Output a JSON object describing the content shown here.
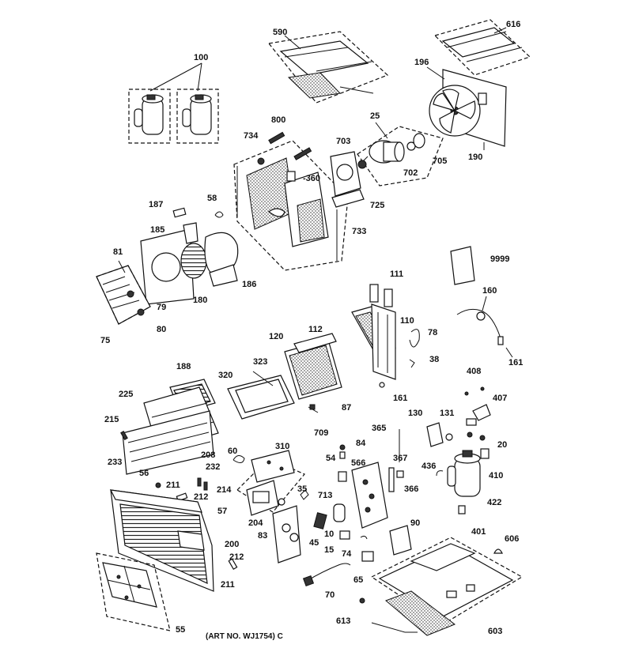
{
  "diagram": {
    "caption": "(ART NO. WJ1754) C",
    "labels": {
      "l100": "100",
      "l590": "590",
      "l616": "616",
      "l196": "196",
      "l25": "25",
      "l800": "800",
      "l734": "734",
      "l360": "-360",
      "l703": "703",
      "l702": "702",
      "l705": "705",
      "l190": "190",
      "l725": "725",
      "l733": "733",
      "l58": "58",
      "l187": "187",
      "l185": "185",
      "l186": "186",
      "l180": "180",
      "l81": "81",
      "l79": "79",
      "l80": "80",
      "l75": "75",
      "l9999": "9999",
      "l160": "160",
      "l161a": "161",
      "l111": "111",
      "l110": "110",
      "l78": "78",
      "l38": "38",
      "l161b": "161",
      "l120": "120",
      "l112": "112",
      "l323": "323",
      "l320": "320",
      "l188": "188",
      "l225": "225",
      "l87": "87",
      "l709": "709",
      "l408": "408",
      "l407": "407",
      "l215": "215",
      "l233": "233",
      "l208": "208",
      "l130": "130",
      "l131": "131",
      "l20": "20",
      "l365": "365",
      "l84": "84",
      "l54": "54",
      "l566": "566",
      "l367": "367",
      "l366": "366",
      "l436": "436",
      "l410": "410",
      "l422": "422",
      "l60": "60",
      "l310": "310",
      "l56": "56",
      "l211a": "211",
      "l232": "232",
      "l214": "214",
      "l212a": "212",
      "l57": "57",
      "l35": "35",
      "l713": "713",
      "l204": "204",
      "l83": "83",
      "l10": "10",
      "l90": "90",
      "l401": "401",
      "l200": "200",
      "l45": "45",
      "l15": "15",
      "l74": "74",
      "l606": "606",
      "l212b": "212",
      "l211b": "211",
      "l65": "65",
      "l70": "70",
      "l55": "55",
      "l613": "613",
      "l603": "603"
    }
  }
}
